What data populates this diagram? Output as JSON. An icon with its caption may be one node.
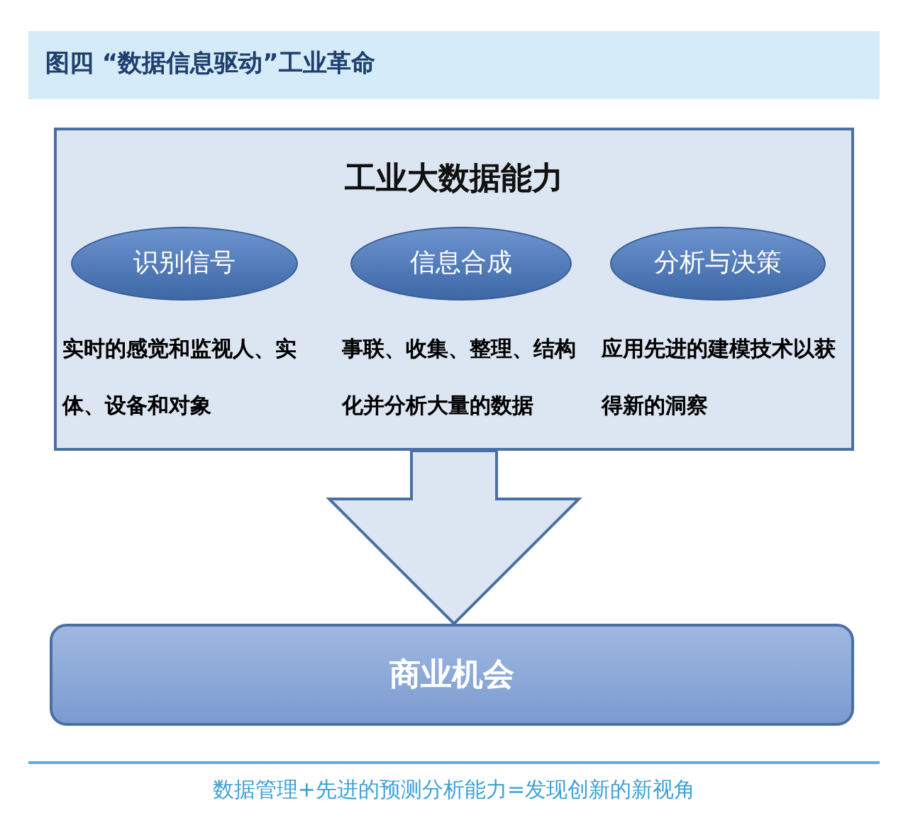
{
  "diagram": {
    "title": "图四 “数据信息驱动”工业革命",
    "nodes": [
      {
        "text": [
          "工业大数据能力"
        ]
      },
      {
        "text": [
          "识别信号"
        ],
        "in": 0,
        "beside": [
          "实时的感觉和监视人、实体、设备和对象"
        ]
      },
      {
        "text": [
          "信息合成"
        ],
        "in": 0,
        "beside": [
          "事联、收集、整理、结构化并分析大量的数据"
        ]
      },
      {
        "text": [
          "分析与决策"
        ],
        "in": 0,
        "beside": [
          "应用先进的建模技术以获得新的洞察"
        ]
      },
      {
        "text": [
          "商业机会"
        ]
      }
    ],
    "edges": [
      {
        "from": 0,
        "to": 4,
        "arrow": "to",
        "style": "thick"
      }
    ],
    "caption": "数据管理+先进的预测分析能力=发现创新的新视角"
  }
}
